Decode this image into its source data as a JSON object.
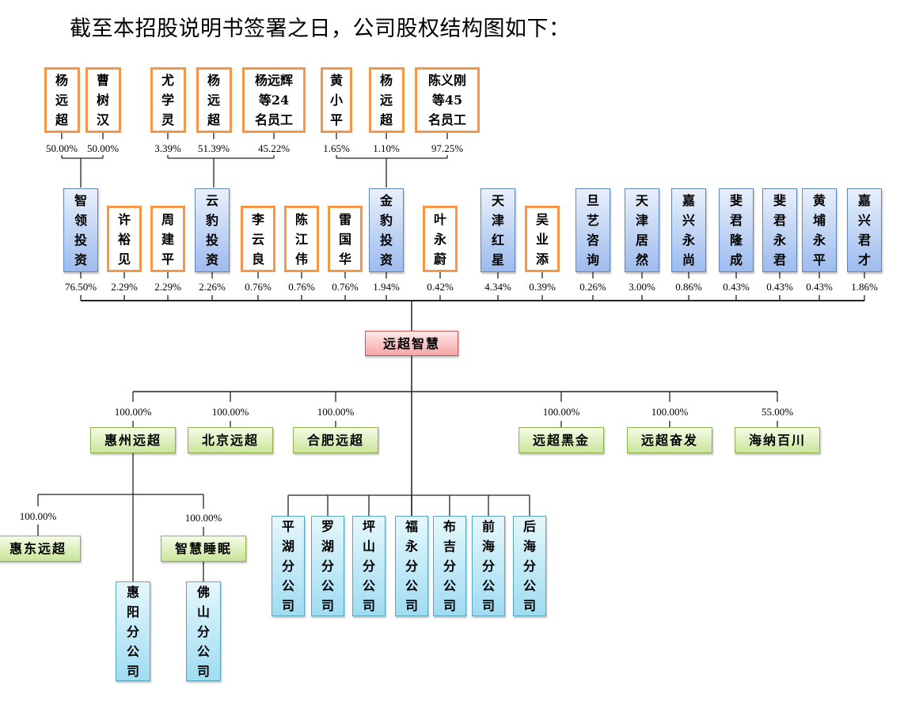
{
  "intro": "截至本招股说明书签署之日，公司股权结构图如下：",
  "top_shareholders": [
    {
      "id": "zhiling",
      "owners": [
        {
          "name": "杨远超",
          "pct": "50.00%"
        },
        {
          "name": "曹树汉",
          "pct": "50.00%"
        }
      ]
    },
    {
      "id": "yunbao",
      "owners": [
        {
          "name": "尤学灵",
          "pct": "3.39%"
        },
        {
          "name": "杨远超",
          "pct": "51.39%"
        },
        {
          "name": "杨远辉等24名员工",
          "pct": "45.22%"
        }
      ]
    },
    {
      "id": "jinbao",
      "owners": [
        {
          "name": "黄小平",
          "pct": "1.65%"
        },
        {
          "name": "杨远超",
          "pct": "1.10%"
        },
        {
          "name": "陈义刚等45名员工",
          "pct": "97.25%"
        }
      ]
    }
  ],
  "shareholders": [
    {
      "name": "智领投资",
      "type": "institution",
      "pct": "76.50%"
    },
    {
      "name": "许裕见",
      "type": "person",
      "pct": "2.29%"
    },
    {
      "name": "周建平",
      "type": "person",
      "pct": "2.29%"
    },
    {
      "name": "云豹投资",
      "type": "institution",
      "pct": "2.26%"
    },
    {
      "name": "李云良",
      "type": "person",
      "pct": "0.76%"
    },
    {
      "name": "陈江伟",
      "type": "person",
      "pct": "0.76%"
    },
    {
      "name": "雷国华",
      "type": "person",
      "pct": "0.76%"
    },
    {
      "name": "金豹投资",
      "type": "institution",
      "pct": "1.94%"
    },
    {
      "name": "叶永蔚",
      "type": "person",
      "pct": "0.42%"
    },
    {
      "name": "天津红星",
      "type": "institution",
      "pct": "4.34%"
    },
    {
      "name": "吴业添",
      "type": "person",
      "pct": "0.39%"
    },
    {
      "name": "旦艺咨询",
      "type": "institution",
      "pct": "0.26%"
    },
    {
      "name": "天津居然",
      "type": "institution",
      "pct": "3.00%"
    },
    {
      "name": "嘉兴永尚",
      "type": "institution",
      "pct": "0.86%"
    },
    {
      "name": "斐君隆成",
      "type": "institution",
      "pct": "0.43%"
    },
    {
      "name": "斐君永君",
      "type": "institution",
      "pct": "0.43%"
    },
    {
      "name": "黄埔永平",
      "type": "institution",
      "pct": "0.43%"
    },
    {
      "name": "嘉兴君才",
      "type": "institution",
      "pct": "1.86%"
    }
  ],
  "company": "远超智慧",
  "subsidiaries": [
    {
      "name": "惠州远超",
      "pct": "100.00%"
    },
    {
      "name": "北京远超",
      "pct": "100.00%"
    },
    {
      "name": "合肥远超",
      "pct": "100.00%"
    },
    {
      "name": "远超黑金",
      "pct": "100.00%"
    },
    {
      "name": "远超奋发",
      "pct": "100.00%"
    },
    {
      "name": "海纳百川",
      "pct": "55.00%"
    }
  ],
  "huizhou_children": [
    {
      "name": "惠东远超",
      "pct": "100.00%"
    },
    {
      "name": "智慧睡眠",
      "pct": "100.00%"
    }
  ],
  "huizhou_branch": "惠阳分公司",
  "sleep_branch": "佛山分公司",
  "company_branches": [
    "平湖分公司",
    "罗湖分公司",
    "坪山分公司",
    "福永分公司",
    "布吉分公司",
    "前海分公司",
    "后海分公司"
  ]
}
